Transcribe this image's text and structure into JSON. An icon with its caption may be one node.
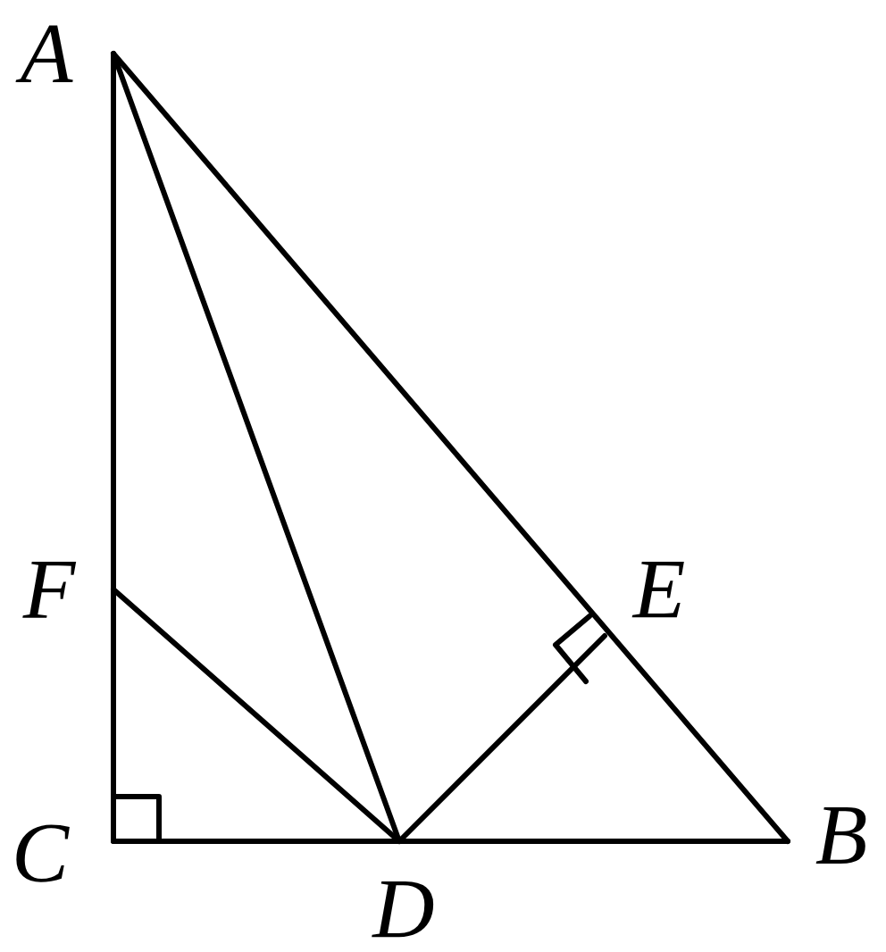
{
  "diagram": {
    "labels": [
      "A",
      "F",
      "E",
      "C",
      "B",
      "D"
    ]
  }
}
